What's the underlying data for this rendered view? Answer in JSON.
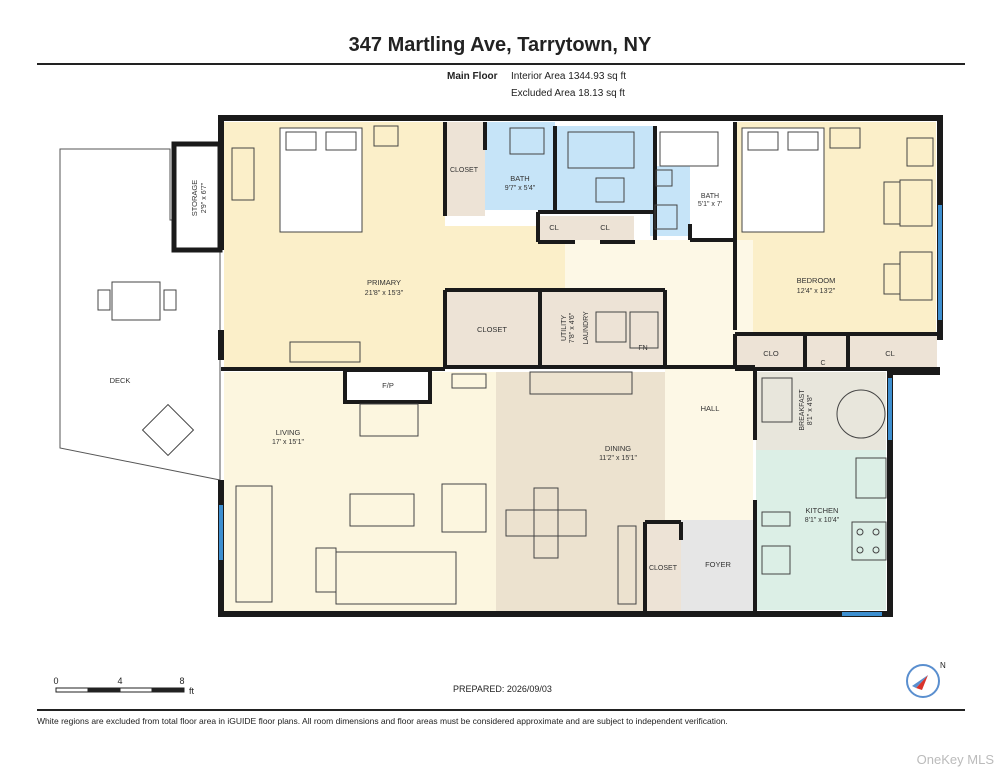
{
  "title": "347 Martling Ave, Tarrytown, NY",
  "floor": {
    "name": "Main Floor",
    "interior_area": "Interior Area 1344.93 sq ft",
    "excluded_area": "Excluded Area 18.13 sq ft"
  },
  "rooms": {
    "storage": {
      "name": "STORAGE",
      "dim": "2'9\" x 6'7\""
    },
    "primary": {
      "name": "PRIMARY",
      "dim": "21'8\" x 15'3\""
    },
    "closet_primary": {
      "name": "CLOSET"
    },
    "bath1": {
      "name": "BATH",
      "dim": "9'7\" x 5'4\""
    },
    "bath2": {
      "name": "BATH",
      "dim": "5'1\" x 7'"
    },
    "bedroom": {
      "name": "BEDROOM",
      "dim": "12'4\" x 13'2\""
    },
    "cl1": {
      "name": "CL"
    },
    "cl2": {
      "name": "CL"
    },
    "closet_big": {
      "name": "CLOSET"
    },
    "utility": {
      "name": "UTILITY",
      "dim": "7'8\" x 4'6\"",
      "sub": "LAUNDRY"
    },
    "clo": {
      "name": "CLO"
    },
    "c": {
      "name": "C"
    },
    "cl3": {
      "name": "CL"
    },
    "deck": {
      "name": "DECK"
    },
    "fp": {
      "name": "F/P"
    },
    "living": {
      "name": "LIVING",
      "dim": "17' x 15'1\""
    },
    "dining": {
      "name": "DINING",
      "dim": "11'2\" x 15'1\""
    },
    "hall": {
      "name": "HALL"
    },
    "breakfast": {
      "name": "BREAKFAST",
      "dim": "8'1\" x 4'8\""
    },
    "kitchen": {
      "name": "KITCHEN",
      "dim": "8'1\" x 10'4\""
    },
    "closet_foyer": {
      "name": "CLOSET"
    },
    "foyer": {
      "name": "FOYER"
    },
    "fn": {
      "name": "FN"
    }
  },
  "scale": {
    "ticks": [
      "0",
      "4",
      "8"
    ],
    "unit": "ft"
  },
  "compass": {
    "label": "N"
  },
  "prepared": "PREPARED: 2026/09/03",
  "footnote": "White regions are excluded from total floor area in iGUIDE floor plans. All room dimensions and floor areas must be considered approximate and are subject to independent verification.",
  "watermark": "OneKey MLS",
  "colors": {
    "wall": "#1a1a1a",
    "primary": "#fbefc9",
    "bedroom": "#fbefc9",
    "bath": "#c6e4f8",
    "closet": "#ede3d6",
    "living": "#fcf6df",
    "dining": "#ece2cf",
    "hall": "#fdf8e6",
    "kitchen": "#dcefe6",
    "foyer": "#e6e6e6",
    "window": "#3d8fd0"
  }
}
